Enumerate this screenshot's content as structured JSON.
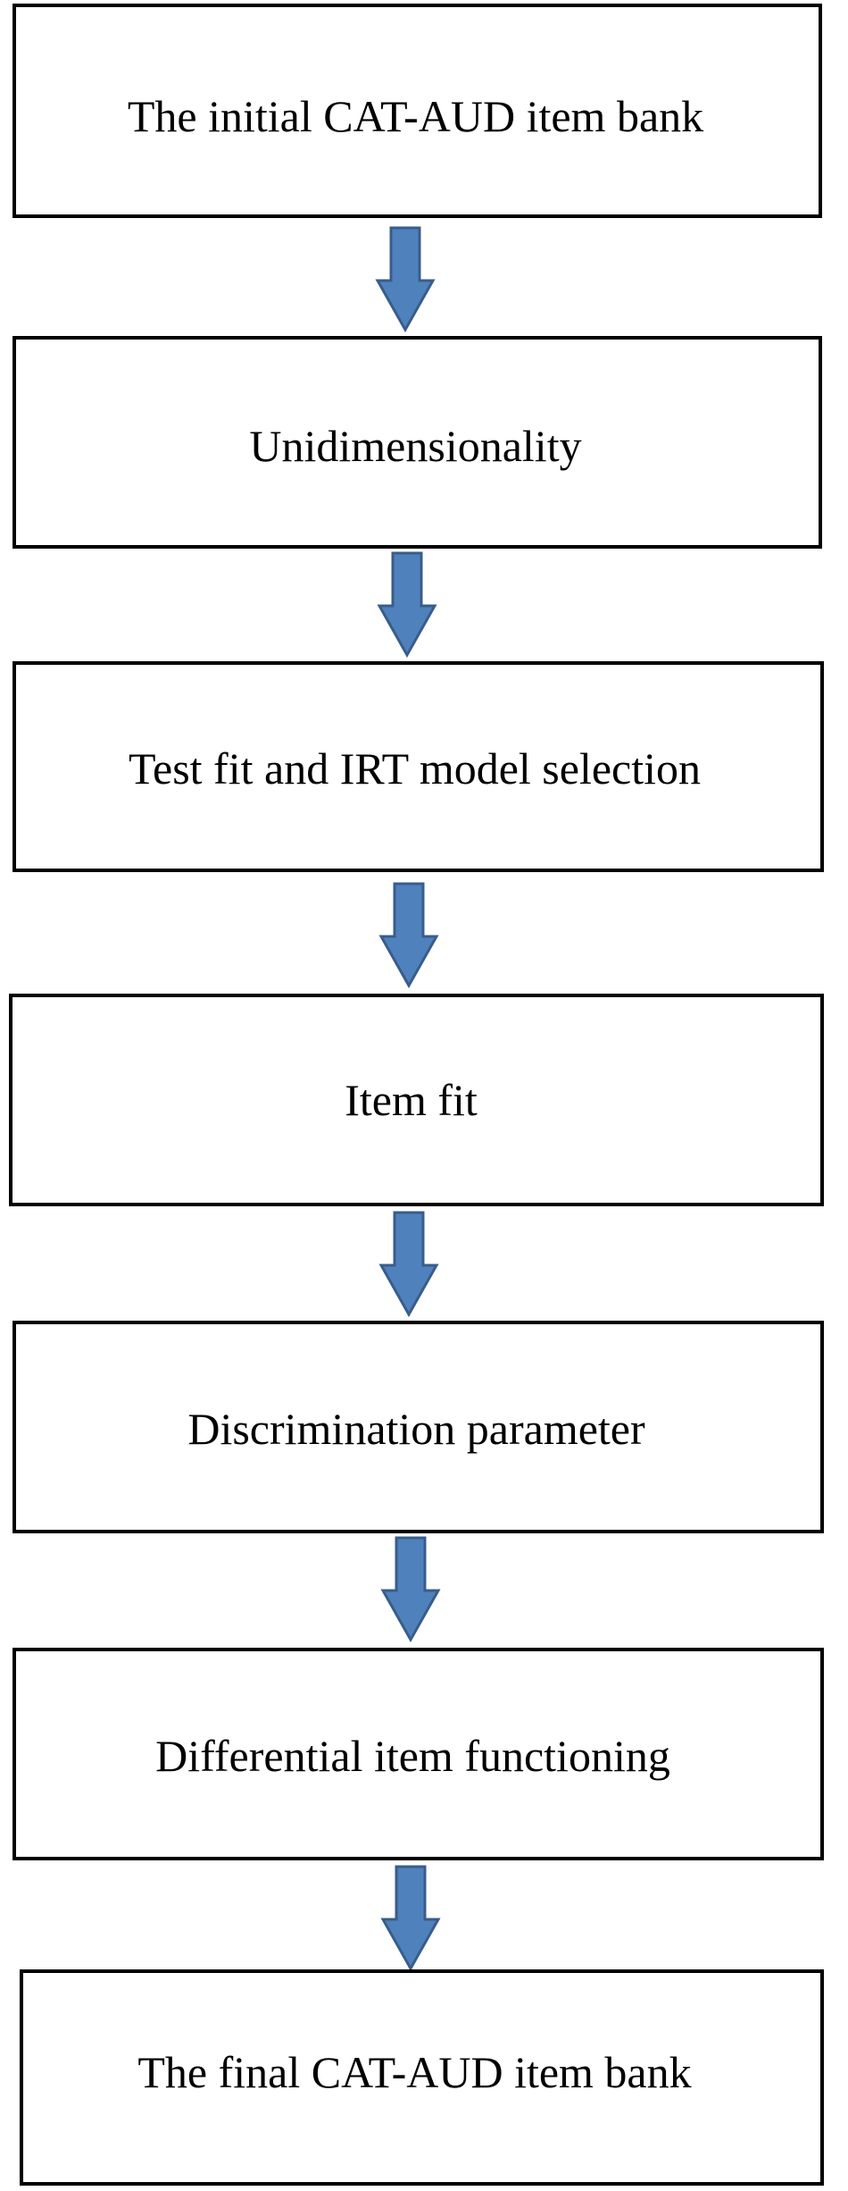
{
  "flowchart": {
    "steps": [
      {
        "label": "The initial CAT-AUD item bank"
      },
      {
        "label": "Unidimensionality"
      },
      {
        "label": "Test fit and IRT model selection"
      },
      {
        "label": "Item fit"
      },
      {
        "label": "Discrimination parameter"
      },
      {
        "label": "Differential item functioning"
      },
      {
        "label": "The final CAT-AUD item bank"
      }
    ],
    "arrow_color": "#4F81BD",
    "arrow_stroke_color": "#385D8A",
    "box_border_color": "#000000"
  }
}
